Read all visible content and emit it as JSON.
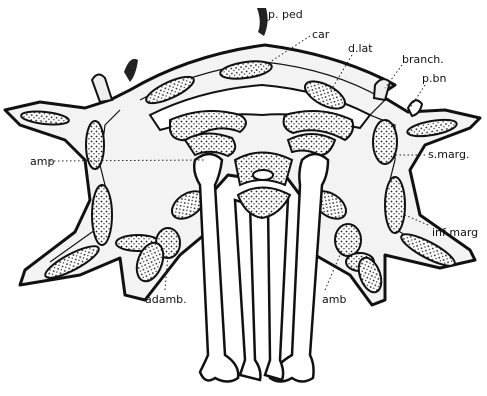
{
  "figure": {
    "labels": {
      "ped": "p. ped",
      "car": "car",
      "dlat": "d.lat",
      "branch": "branch.",
      "pbn": "p.bn",
      "amp": "amp",
      "smarg": "s.marg.",
      "infmarg": "inf marg",
      "adamb": "adamb.",
      "amb": "amb"
    }
  }
}
